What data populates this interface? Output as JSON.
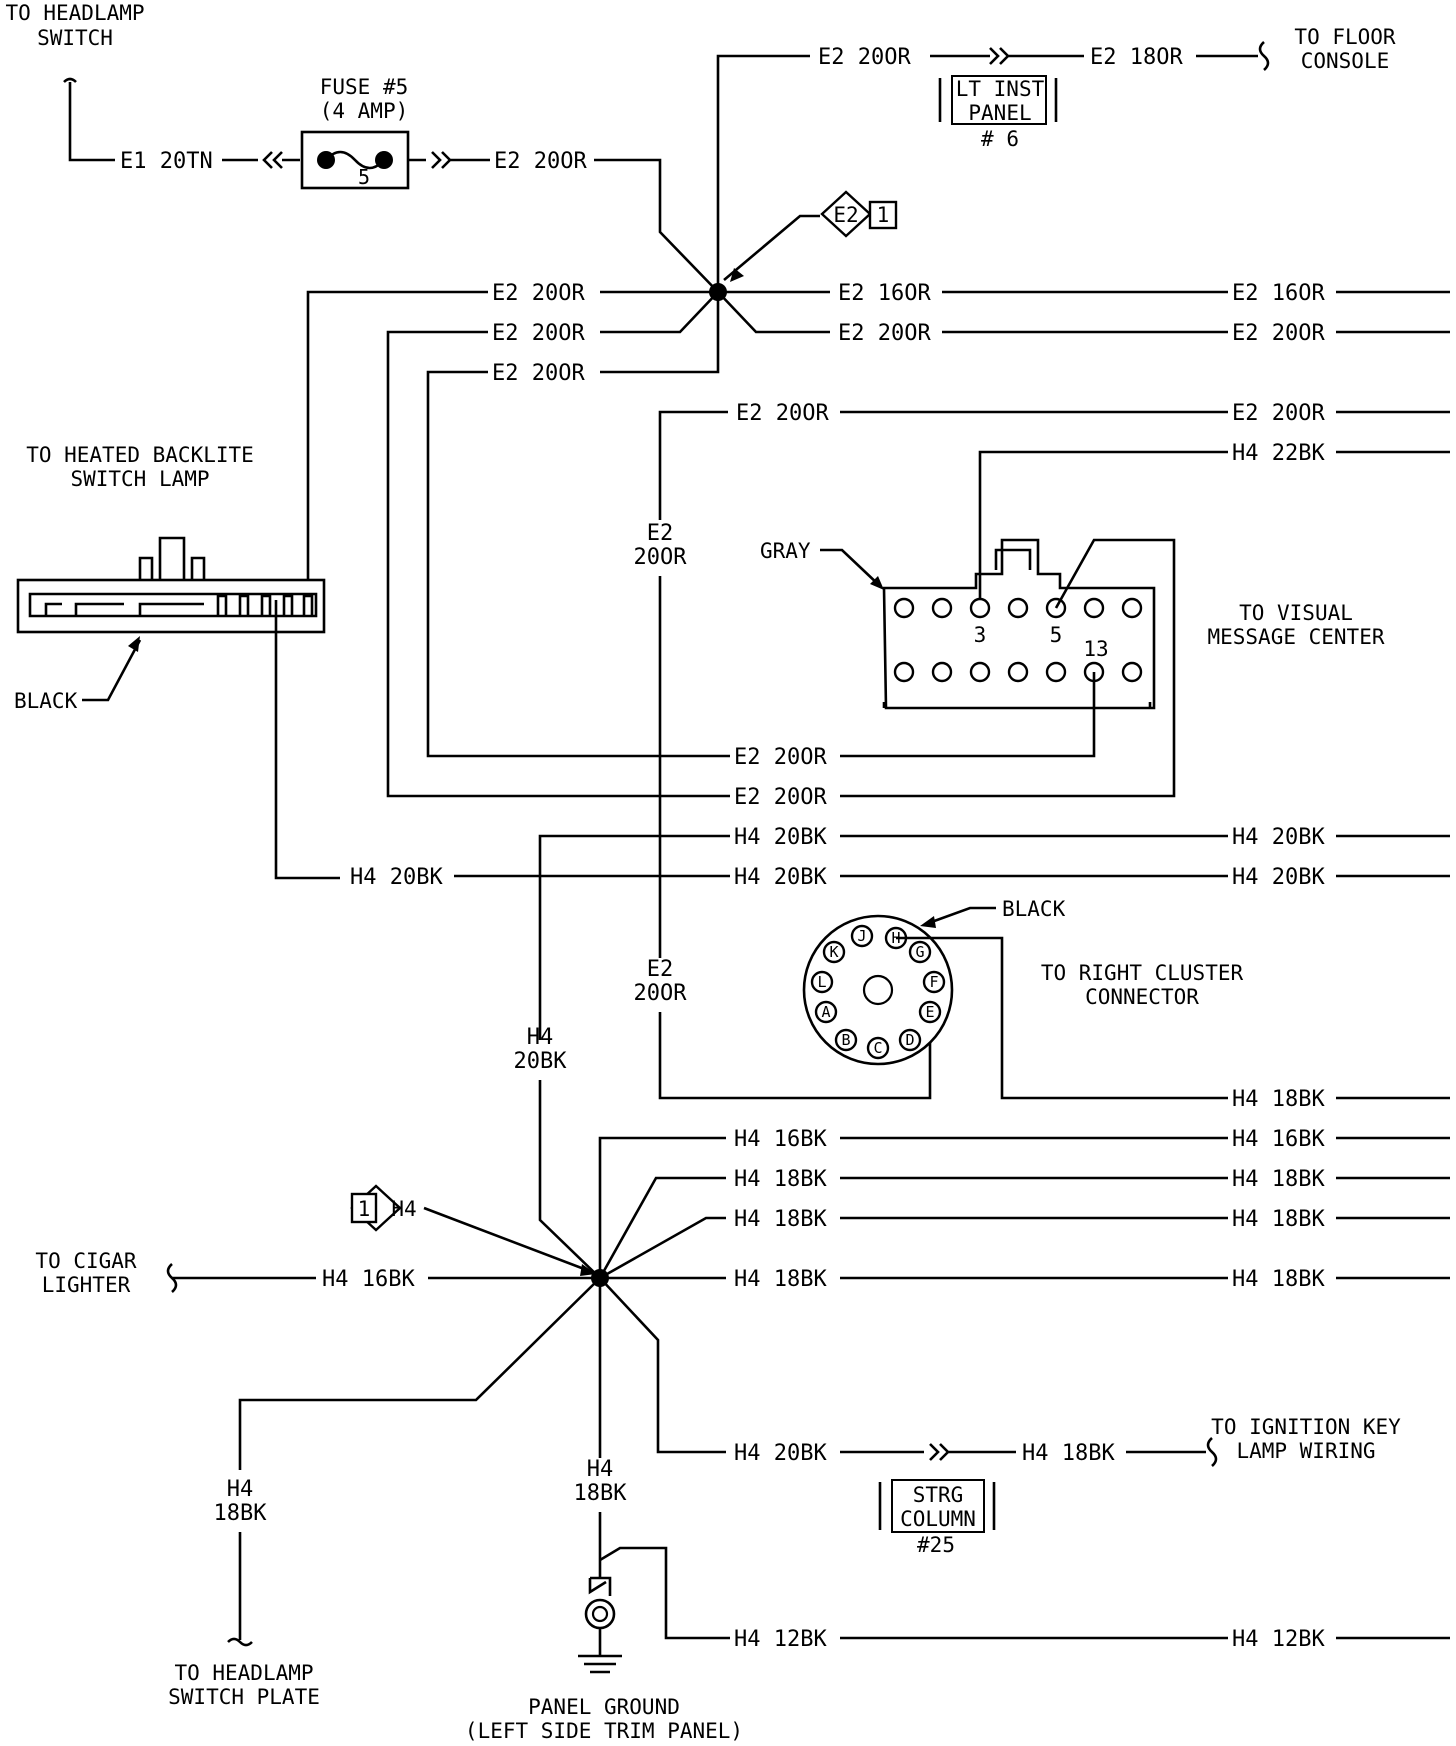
{
  "wires": {
    "e1_20tn": "E1 20TN",
    "e2_20or": "E2 20OR",
    "e2_18or": "E2 18OR",
    "e2_16or": "E2 16OR",
    "e2": "E2",
    "or20": "20OR",
    "h4": "H4",
    "h4_20bk": "H4 20BK",
    "h4_18bk": "H4 18BK",
    "h4_16bk": "H4 16BK",
    "h4_22bk": "H4 22BK",
    "h4_12bk": "H4 12BK",
    "bk20": "20BK",
    "bk18": "18BK"
  },
  "labels": {
    "to_headlamp_switch_1": "TO HEADLAMP",
    "to_headlamp_switch_2": "SWITCH",
    "fuse_1": "FUSE #5",
    "fuse_2": "(4 AMP)",
    "fuse_num": "5",
    "to_floor_console_1": "TO FLOOR",
    "to_floor_console_2": "CONSOLE",
    "lt_inst_1": "LT INST",
    "lt_inst_2": "PANEL",
    "lt_inst_num": "# 6",
    "splice_e2_id": "E2",
    "splice_e2_num": "1",
    "splice_h4_id": "H4",
    "splice_h4_num": "1",
    "heated_1": "TO HEATED BACKLITE",
    "heated_2": "SWITCH LAMP",
    "black": "BLACK",
    "gray": "GRAY",
    "vmc_1": "TO VISUAL",
    "vmc_2": "MESSAGE CENTER",
    "pin3": "3",
    "pin5": "5",
    "pin13": "13",
    "right_cluster_1": "TO RIGHT CLUSTER",
    "right_cluster_2": "CONNECTOR",
    "cigar_1": "TO CIGAR",
    "cigar_2": "LIGHTER",
    "ign_1": "TO IGNITION KEY",
    "ign_2": "LAMP WIRING",
    "strg_1": "STRG",
    "strg_2": "COLUMN",
    "strg_num": "#25",
    "headlamp_plate_1": "TO HEADLAMP",
    "headlamp_plate_2": "SWITCH PLATE",
    "ground_1": "PANEL GROUND",
    "ground_2": "(LEFT SIDE TRIM PANEL)"
  },
  "connector_pins": [
    "A",
    "B",
    "C",
    "D",
    "E",
    "F",
    "G",
    "H",
    "J",
    "K",
    "L"
  ]
}
